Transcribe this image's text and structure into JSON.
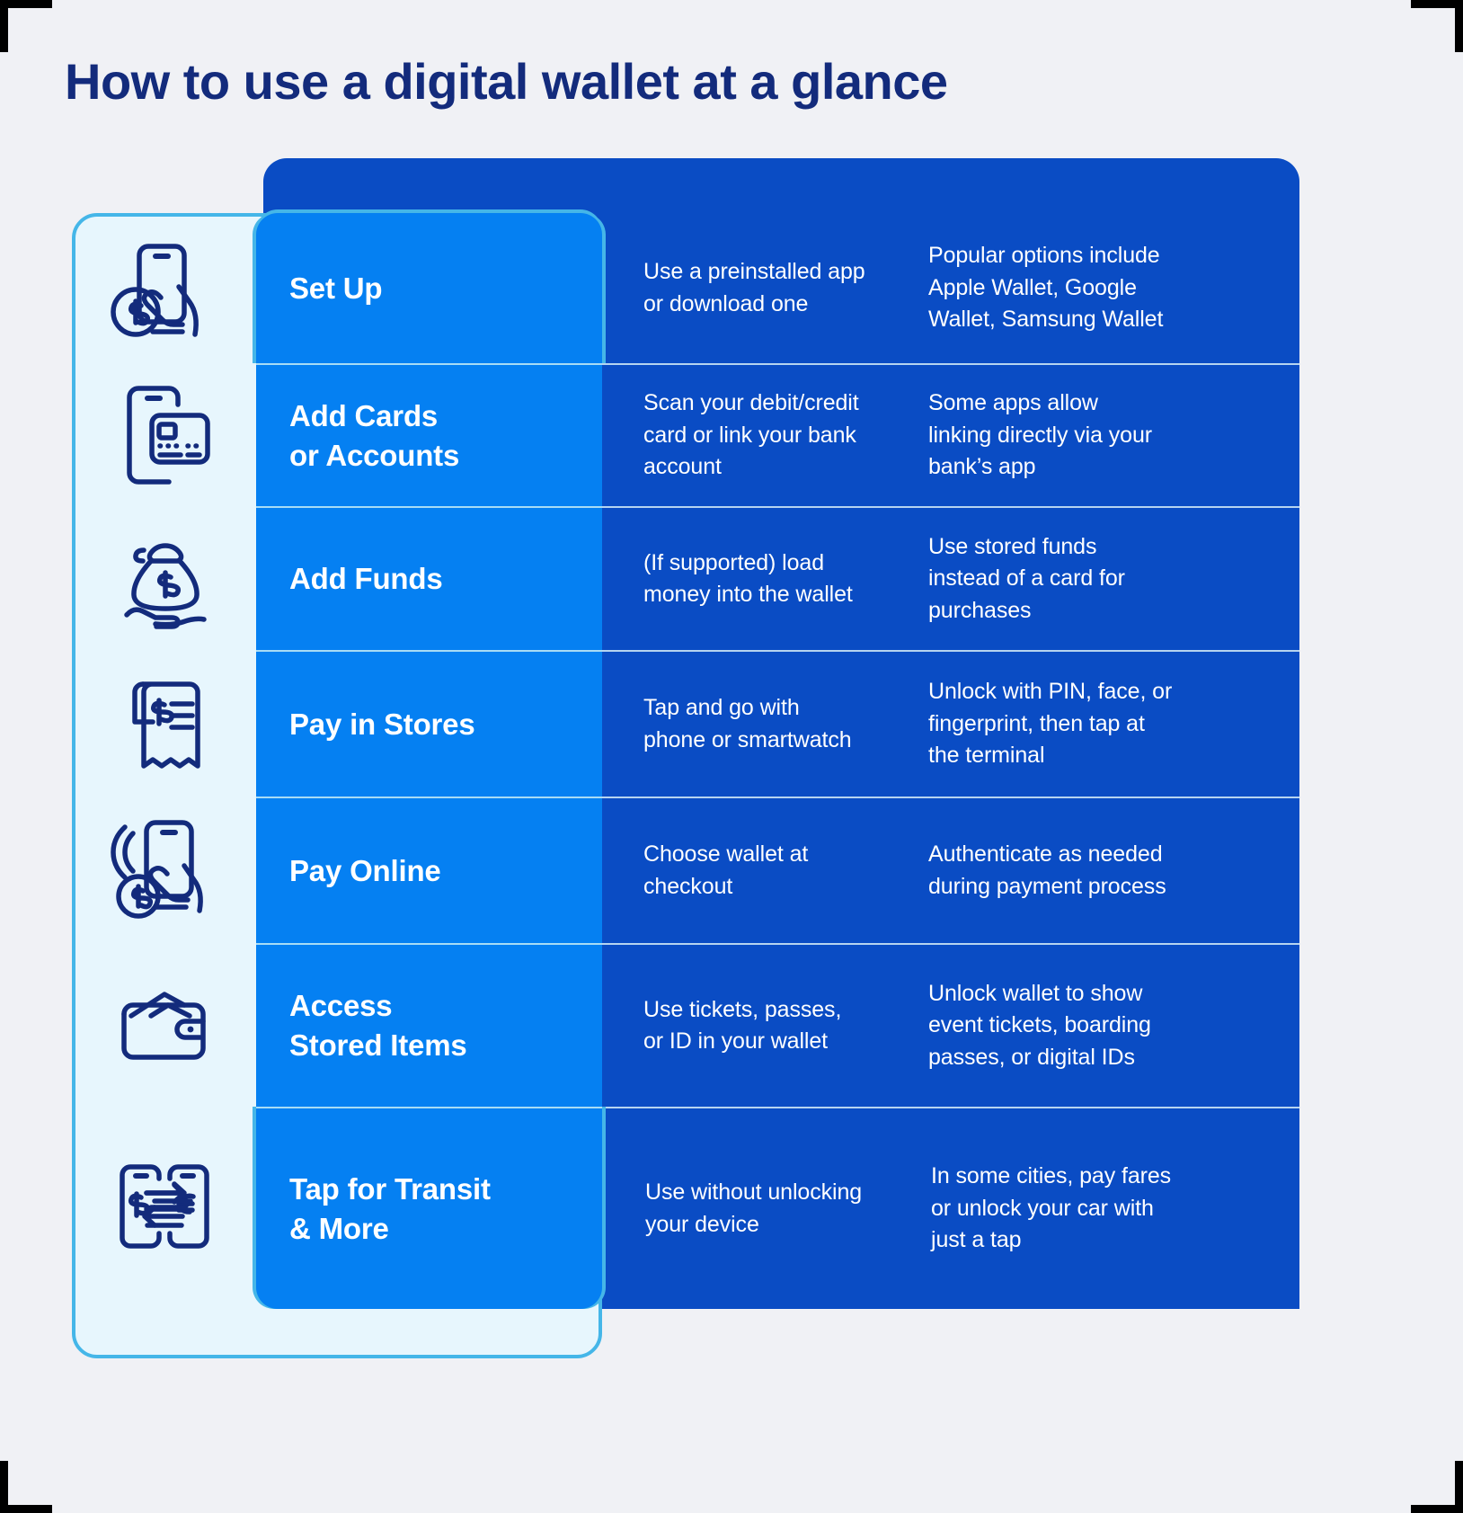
{
  "title": "How to use a digital wallet at a glance",
  "colors": {
    "background": "#f0f1f5",
    "title_navy": "#132b7c",
    "label_blue": "#0580f2",
    "panel_blue": "#0a4cc4",
    "light_panel": "#e7f6fd",
    "light_border": "#45b6e8",
    "icon_navy": "#132b7c",
    "text_white": "#ffffff"
  },
  "steps": [
    {
      "icon": "phone-in-hand-dollar-icon",
      "label": "Set Up",
      "detail_1": "Use a preinstalled app\nor download one",
      "detail_2": "Popular options include\nApple Wallet, Google\nWallet, Samsung Wallet"
    },
    {
      "icon": "phone-credit-card-icon",
      "label": "Add Cards\nor Accounts",
      "detail_1": "Scan your debit/credit\ncard or link your bank\naccount",
      "detail_2": "Some apps allow\nlinking directly via your\nbank’s app"
    },
    {
      "icon": "money-bag-in-hand-icon",
      "label": "Add Funds",
      "detail_1": "(If supported) load\nmoney into the wallet",
      "detail_2": "Use stored funds\ninstead of a card for\npurchases"
    },
    {
      "icon": "receipt-dollar-icon",
      "label": "Pay in Stores",
      "detail_1": "Tap and go with\nphone or smartwatch",
      "detail_2": "Unlock with PIN, face, or\nfingerprint, then tap at\nthe terminal"
    },
    {
      "icon": "contactless-phone-in-hand-icon",
      "label": "Pay Online",
      "detail_1": "Choose wallet at\ncheckout",
      "detail_2": "Authenticate as needed\nduring payment process"
    },
    {
      "icon": "wallet-icon",
      "label": "Access\nStored Items",
      "detail_1": "Use tickets, passes,\nor ID in your wallet",
      "detail_2": "Unlock wallet to show\nevent tickets, boarding\npasses, or digital IDs"
    },
    {
      "icon": "currency-exchange-phones-icon",
      "label": "Tap for Transit\n& More",
      "detail_1": "Use without unlocking\nyour device",
      "detail_2": "In some cities, pay fares\nor unlock your car with\njust a tap"
    }
  ]
}
